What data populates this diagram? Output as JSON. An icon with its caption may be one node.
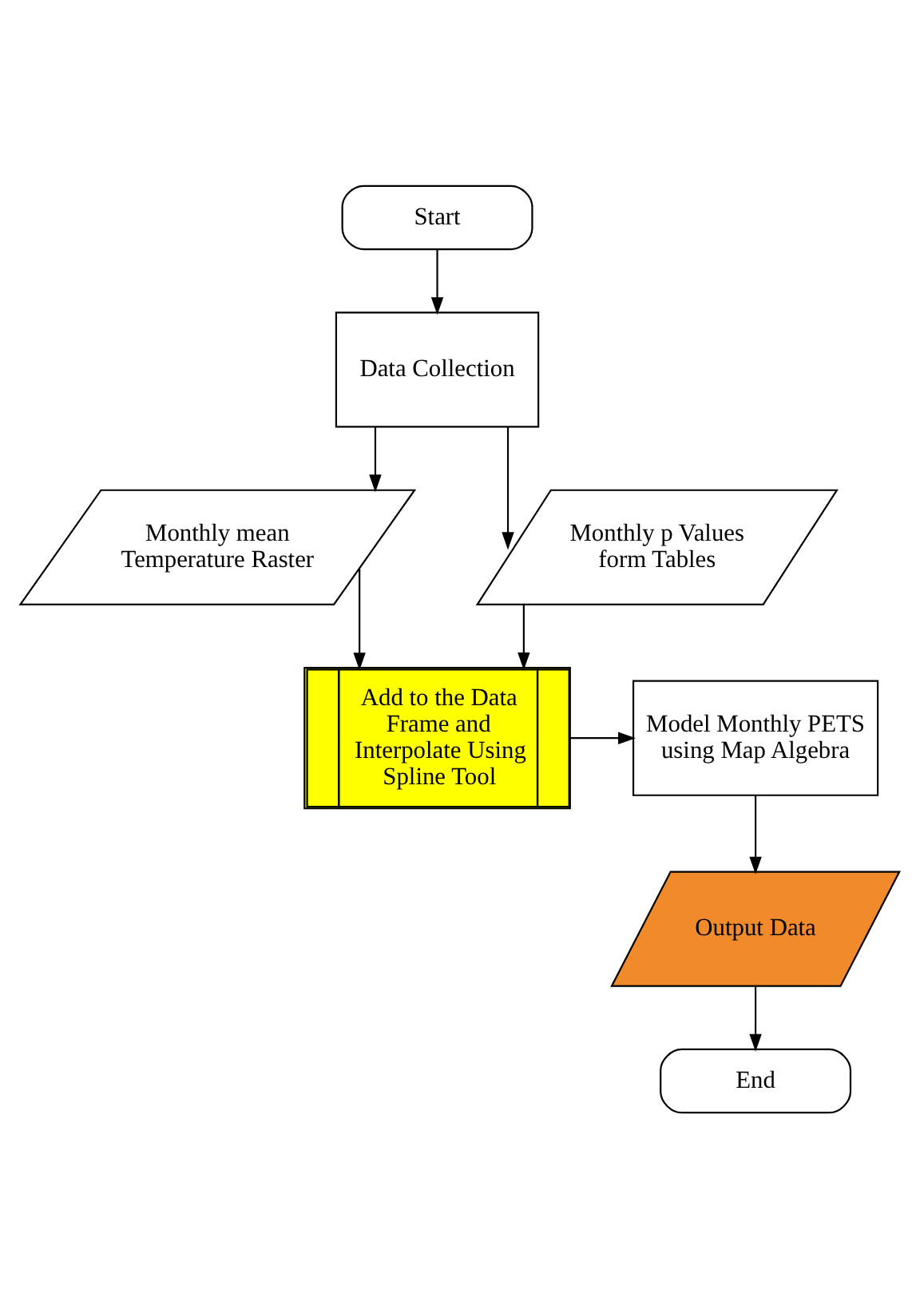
{
  "diagram": {
    "nodes": [
      {
        "text": [
          "Start"
        ]
      },
      {
        "text": [
          "Data Collection"
        ]
      },
      {
        "text": [
          "Monthly mean Temperature Raster"
        ]
      },
      {
        "text": [
          "Monthly p Values form Tables"
        ]
      },
      {
        "text": [
          "Add to the Data Frame and Interpolate Using Spline Tool"
        ]
      },
      {
        "text": [
          "Model Monthly PETS using Map Algebra"
        ]
      },
      {
        "text": [
          "Output Data"
        ]
      },
      {
        "text": [
          "End"
        ]
      }
    ],
    "edges": [
      {
        "from": 0,
        "to": 1,
        "arrow": "to"
      },
      {
        "from": 1,
        "to": 2,
        "arrow": "to"
      },
      {
        "from": 1,
        "to": 3,
        "arrow": "to"
      },
      {
        "from": 2,
        "to": 4,
        "arrow": "to"
      },
      {
        "from": 3,
        "to": 4,
        "arrow": "to"
      },
      {
        "from": 4,
        "to": 5,
        "arrow": "to"
      },
      {
        "from": 5,
        "to": 6,
        "arrow": "to"
      },
      {
        "from": 6,
        "to": 7,
        "arrow": "to"
      }
    ]
  }
}
